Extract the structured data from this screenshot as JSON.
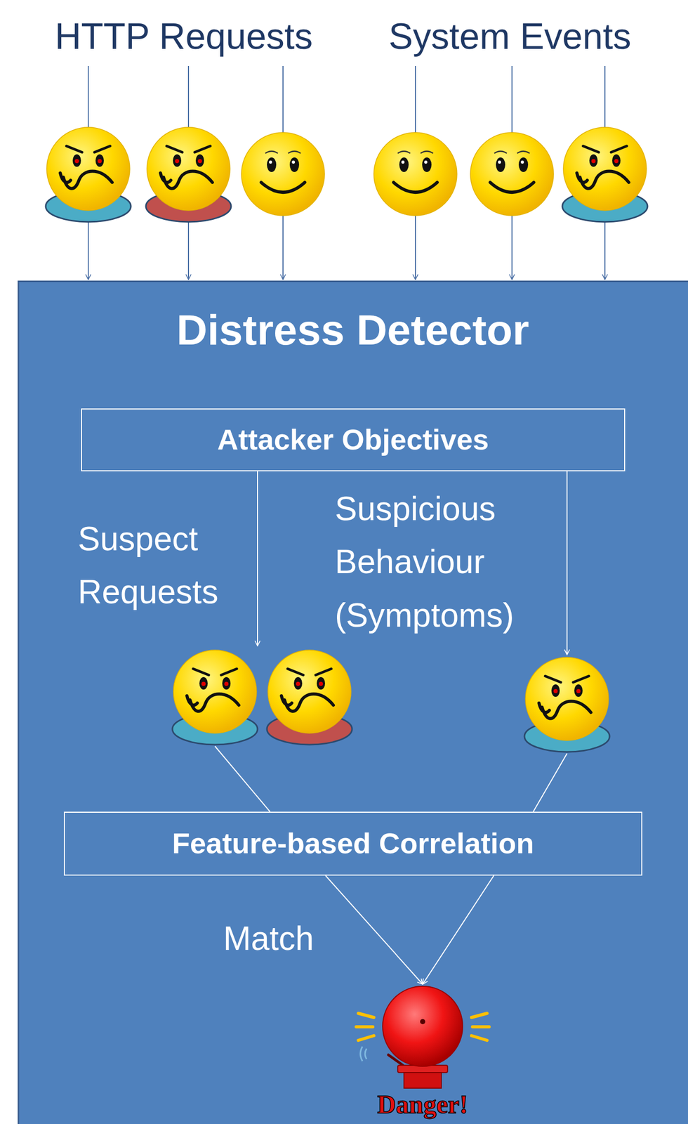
{
  "diagram": {
    "nodes": [
      {
        "text": [
          "Distress Detector"
        ]
      },
      {
        "text": [
          "Attacker Objectives"
        ],
        "in": 0
      },
      {
        "text": [
          "Feature-based Correlation"
        ],
        "in": 0
      }
    ],
    "labels": [
      "HTTP Requests",
      "System Events",
      "Suspect Requests",
      "Suspicious Behaviour (Symptoms)",
      "Match",
      "Danger!"
    ]
  }
}
